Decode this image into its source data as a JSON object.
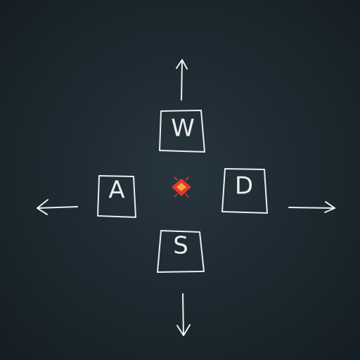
{
  "controls": {
    "up": {
      "key": "W"
    },
    "left": {
      "key": "A"
    },
    "right": {
      "key": "D"
    },
    "down": {
      "key": "S"
    }
  },
  "colors": {
    "background": "#1e2a31",
    "chalk": "#e9eef0",
    "player_outer": "#e0392f",
    "player_inner": "#f4a53a"
  },
  "icons": {
    "player": "player-gem-icon",
    "arrow_up": "arrow-up-icon",
    "arrow_down": "arrow-down-icon",
    "arrow_left": "arrow-left-icon",
    "arrow_right": "arrow-right-icon"
  }
}
